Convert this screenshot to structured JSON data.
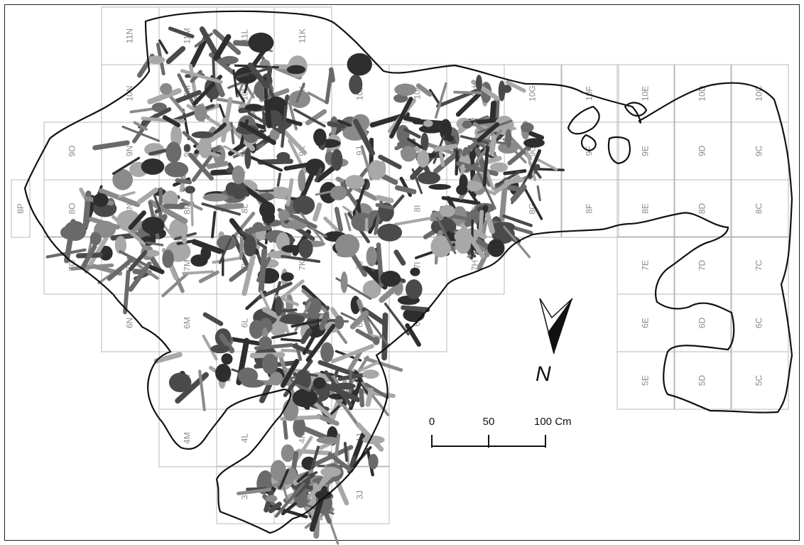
{
  "map": {
    "grid_labels": [
      "11N",
      "11M",
      "11L",
      "11K",
      "10N",
      "10M",
      "10L",
      "10K",
      "10J",
      "10I",
      "10H",
      "10G",
      "10F",
      "10E",
      "10D",
      "10C",
      "9O",
      "9N",
      "9M",
      "9L",
      "9K",
      "9J",
      "9I",
      "9H",
      "9G",
      "9F",
      "9E",
      "9D",
      "9C",
      "8P",
      "8O",
      "8N",
      "8M",
      "8L",
      "8K",
      "8J",
      "8I",
      "8H",
      "8G",
      "8F",
      "8E",
      "8D",
      "8C",
      "7O",
      "7N",
      "7M",
      "7L",
      "7K",
      "7J",
      "7I",
      "7H",
      "7E",
      "7D",
      "7C",
      "6N",
      "6M",
      "6L",
      "6K",
      "6J",
      "6I",
      "6E",
      "6D",
      "6C",
      "5M",
      "5L",
      "5K",
      "5J",
      "5E",
      "5D",
      "5C",
      "4M",
      "4L",
      "4K",
      "4J",
      "3L",
      "3K",
      "3J"
    ],
    "scale_bar": {
      "labels": [
        "0",
        "50",
        "100 Cm"
      ]
    },
    "north_arrow": {
      "label": "N"
    },
    "colors": {
      "grid": "#b8b8b8",
      "outline": "#111111",
      "bones_dark": "#2e2e2e",
      "bones_mid": "#6a6a6a",
      "bones_light": "#a8a8a8"
    }
  }
}
